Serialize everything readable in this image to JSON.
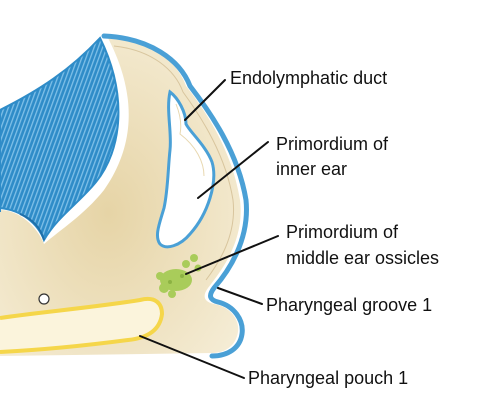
{
  "labels": {
    "endolymphatic_duct": "Endolymphatic duct",
    "inner_ear_line1": "Primordium of",
    "inner_ear_line2": "inner ear",
    "ossicles_line1": "Primordium of",
    "ossicles_line2": "middle ear ossicles",
    "groove": "Pharyngeal groove 1",
    "pouch": "Pharyngeal pouch 1"
  },
  "colors": {
    "mesenchyme": "#eadcb6",
    "mesenchyme_light": "#f5ecd3",
    "ectoderm": "#4aa0d6",
    "neural_tube": "#2f8cc8",
    "endoderm": "#f5d64a",
    "ossicle": "#a9cc5a",
    "otic_lumen": "#ffffff",
    "text": "#111111"
  }
}
